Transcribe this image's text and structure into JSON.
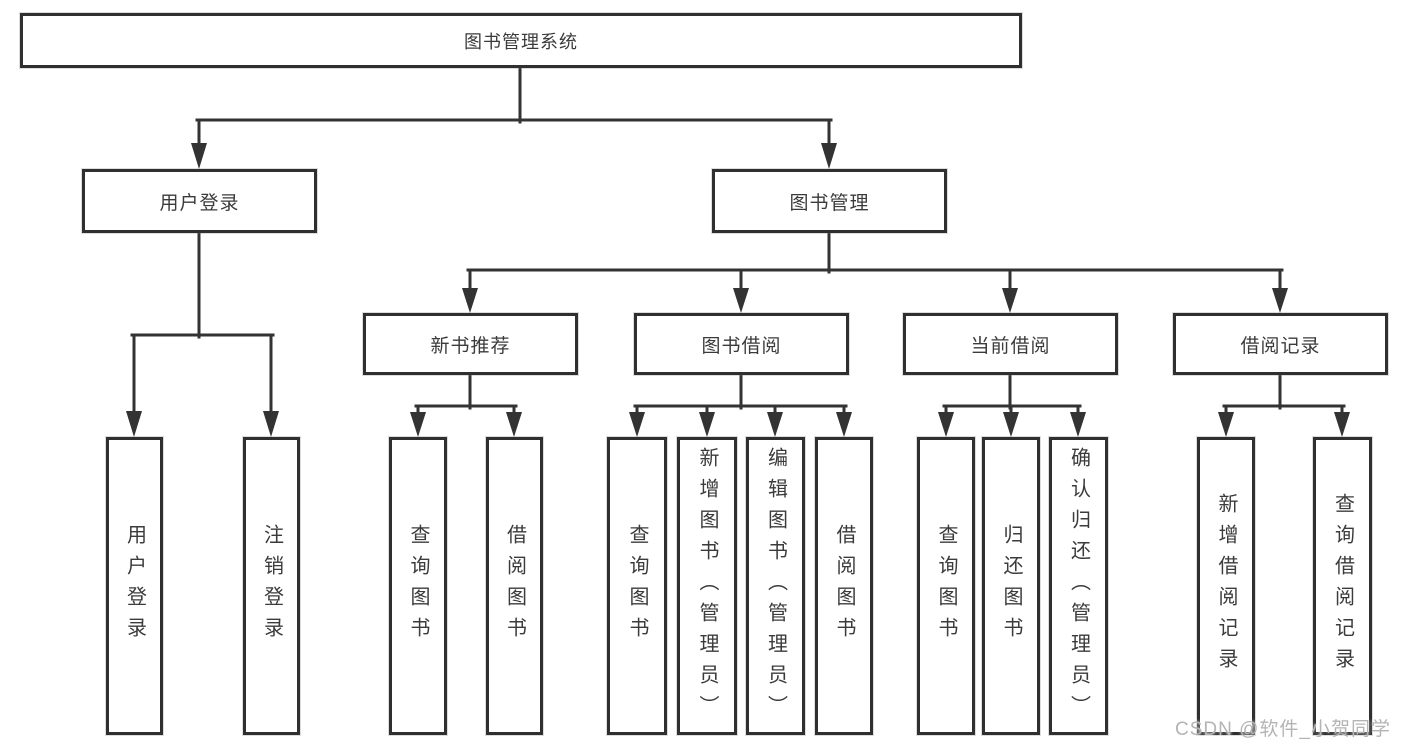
{
  "diagram": {
    "root": "图书管理系统",
    "level2": [
      "用户登录",
      "图书管理"
    ],
    "level3": [
      "新书推荐",
      "图书借阅",
      "当前借阅",
      "借阅记录"
    ],
    "leaves": {
      "user_login": [
        "用户登录",
        "注销登录"
      ],
      "new_books": [
        "查询图书",
        "借阅图书"
      ],
      "book_borrow": [
        "查询图书",
        "新增图书（管理员）",
        "编辑图书（管理员）",
        "借阅图书"
      ],
      "current_borrow": [
        "查询图书",
        "归还图书",
        "确认归还（管理员）"
      ],
      "borrow_records": [
        "新增借阅记录",
        "查询借阅记录"
      ]
    },
    "watermark": "CSDN @软件_小贺同学",
    "colors": {
      "line": "#333333",
      "border": "#2f2f2f",
      "text": "#3b3b3b",
      "watermark": "#b4b4b4"
    }
  }
}
